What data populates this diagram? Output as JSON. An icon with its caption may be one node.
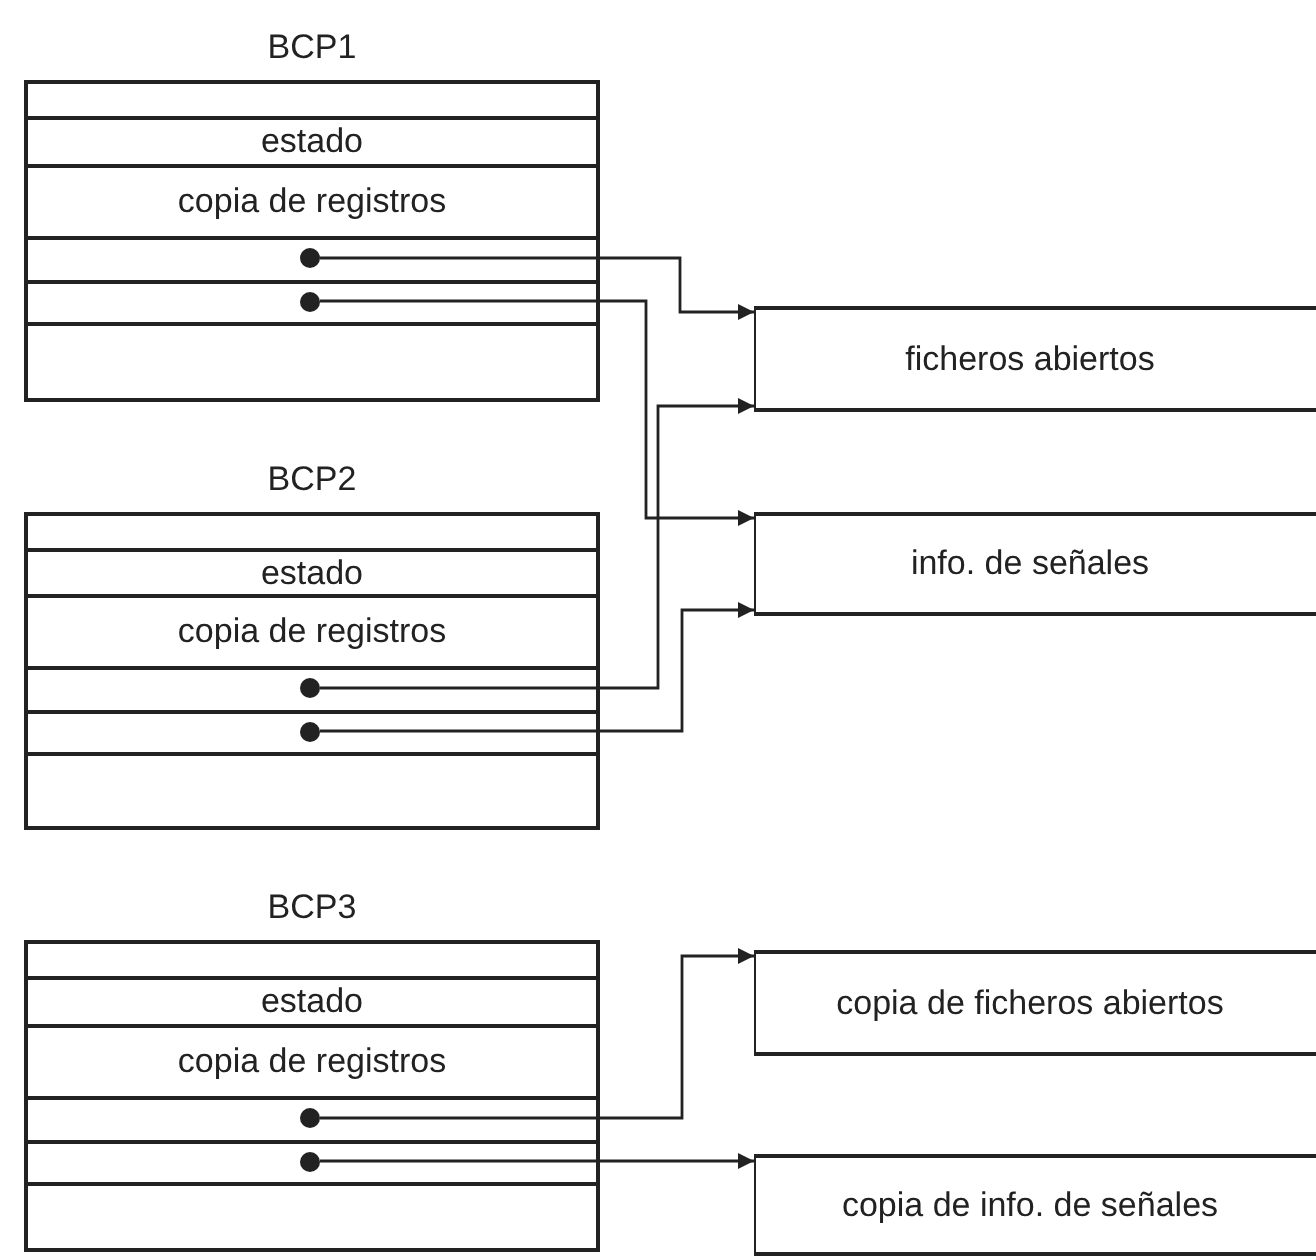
{
  "diagram": {
    "nodes": [
      {
        "text": [
          "BCP1"
        ]
      },
      {
        "text": [],
        "shape": "box",
        "in": 0
      },
      {
        "text": [
          "estado"
        ],
        "in": 0
      },
      {
        "text": [
          "copia de registros"
        ],
        "in": 0
      },
      {
        "text": [],
        "shape": "box",
        "in": 0
      },
      {
        "text": [],
        "shape": "circle",
        "in": 4
      },
      {
        "text": [],
        "shape": "box",
        "in": 0
      },
      {
        "text": [],
        "shape": "circle",
        "in": 6
      },
      {
        "text": [],
        "shape": "box",
        "in": 0
      },
      {
        "text": [
          "ficheros abiertos"
        ]
      },
      {
        "text": [
          "info. de señales"
        ]
      },
      {
        "text": [
          "BCP2"
        ]
      },
      {
        "text": [],
        "shape": "box",
        "in": 11
      },
      {
        "text": [
          "estado"
        ],
        "in": 11
      },
      {
        "text": [
          "copia de registros"
        ],
        "in": 11
      },
      {
        "text": [],
        "shape": "box",
        "in": 11
      },
      {
        "text": [],
        "shape": "circle",
        "in": 15
      },
      {
        "text": [],
        "shape": "box",
        "in": 11
      },
      {
        "text": [],
        "shape": "circle",
        "in": 17
      },
      {
        "text": [],
        "shape": "box",
        "in": 11
      },
      {
        "text": [
          "BCP3"
        ]
      },
      {
        "text": [],
        "shape": "box",
        "in": 20
      },
      {
        "text": [
          "estado"
        ],
        "in": 20
      },
      {
        "text": [
          "copia de registros"
        ],
        "in": 20
      },
      {
        "text": [],
        "shape": "box",
        "in": 20
      },
      {
        "text": [],
        "shape": "circle",
        "in": 24
      },
      {
        "text": [],
        "shape": "box",
        "in": 20
      },
      {
        "text": [],
        "shape": "circle",
        "in": 26
      },
      {
        "text": [],
        "shape": "box",
        "in": 20
      },
      {
        "text": [
          "copia de ficheros abiertos"
        ]
      },
      {
        "text": [
          "copia de info. de señales"
        ]
      }
    ],
    "edges": [
      {
        "from": 5,
        "to": 9,
        "arrow": "to"
      },
      {
        "from": 7,
        "to": 10,
        "arrow": "to"
      },
      {
        "from": 16,
        "to": 9,
        "arrow": "to"
      },
      {
        "from": 18,
        "to": 10,
        "arrow": "to"
      },
      {
        "from": 25,
        "to": 29,
        "arrow": "to"
      },
      {
        "from": 27,
        "to": 30,
        "arrow": "to"
      }
    ]
  }
}
